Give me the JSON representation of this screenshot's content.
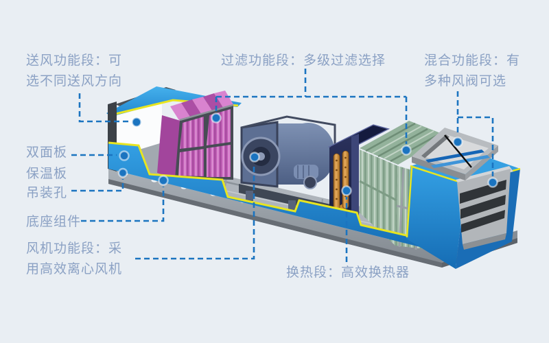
{
  "diagram_title": "air-handling-unit-cutaway-feature-callouts",
  "background_color": "#e9eef3",
  "accent_color": "#1b74c0",
  "label_text_color": "#8ba1c4",
  "labels": {
    "supply": {
      "line1": "送风功能段：可",
      "line2": "选不同送风方向"
    },
    "filter": {
      "text": "过滤功能段：多级过滤选择"
    },
    "mixing": {
      "line1": "混合功能段：有",
      "line2": "多种风阀可选"
    },
    "double_panel": {
      "text": "双面板"
    },
    "insulation": {
      "text": "保温板"
    },
    "lifting_hole": {
      "text": "吊装孔"
    },
    "base_assembly": {
      "text": "底座组件"
    },
    "fan": {
      "line1": "风机功能段：采",
      "line2": "用高效离心风机"
    },
    "heat_exchange": {
      "text": "换热段：高效换热器"
    }
  },
  "illustration_colors": {
    "casing_blue": "#2490d8",
    "trim_yellow": "#e8e520",
    "filter_pink": "#c869be",
    "filter_green": "#9ab4a0",
    "heat_exchanger_navy": "#232a52",
    "pipe_copper": "#cd8a3a",
    "fan_slate": "#6e81a5",
    "base_gray": "#9aa2aa"
  }
}
